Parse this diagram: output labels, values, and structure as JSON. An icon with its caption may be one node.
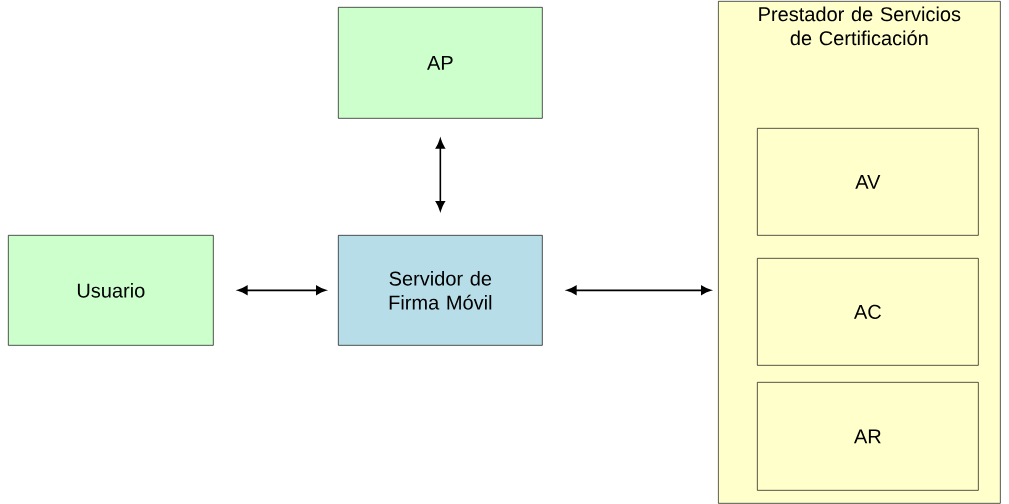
{
  "diagram": {
    "nodes": [
      {
        "text": [
          "AP"
        ]
      },
      {
        "text": [
          "Usuario"
        ]
      },
      {
        "text": [
          "Servidor de Firma Móvil"
        ]
      },
      {
        "text": [
          "Prestador de Servicios de Certificación"
        ]
      },
      {
        "text": [
          "AV"
        ],
        "in": 3
      },
      {
        "text": [
          "AC"
        ],
        "in": 3
      },
      {
        "text": [
          "AR"
        ],
        "in": 3
      }
    ],
    "edges": [
      {
        "from": 0,
        "to": 2,
        "arrow": "both"
      },
      {
        "from": 1,
        "to": 2,
        "arrow": "both"
      },
      {
        "from": 2,
        "to": 3,
        "arrow": "both"
      }
    ]
  }
}
